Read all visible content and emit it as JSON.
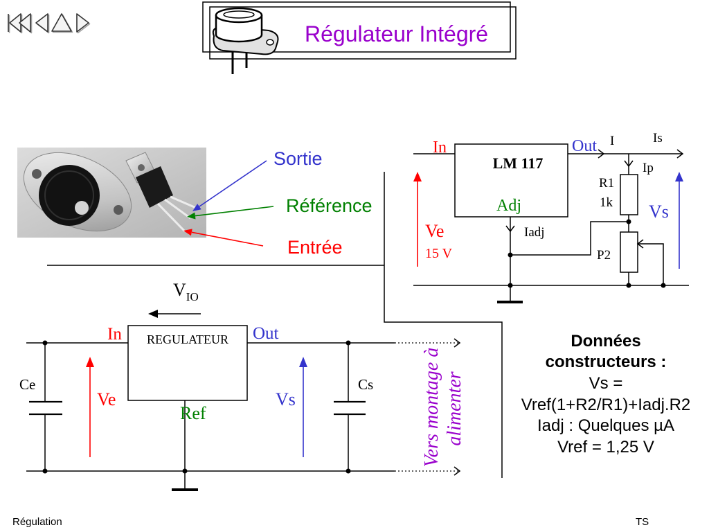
{
  "nav": {
    "first_icon": "first-slide-icon",
    "previous_icon": "previous-slide-icon",
    "home_icon": "home-slide-icon",
    "next_icon": "next-slide-icon"
  },
  "title": {
    "text": "Régulateur Intégré",
    "icon": "to3-package-icon"
  },
  "photo_labels": {
    "output": "Sortie",
    "reference": "Référence",
    "input": "Entrée"
  },
  "lm117_circuit": {
    "in_label": "In",
    "out_label": "Out",
    "chip_name": "LM 117",
    "adj_label": "Adj",
    "current_i": "I",
    "current_is": "Is",
    "current_ip": "Ip",
    "r1_name": "R1",
    "r1_value": "1k",
    "current_iadj": "Iadj",
    "p2_name": "P2",
    "ve_label": "Ve",
    "ve_value": "15 V",
    "vs_label": "Vs"
  },
  "regulator_circuit": {
    "vio_symbol": "V",
    "vio_subscript": "IO",
    "box_label": "REGULATEUR",
    "in_label": "In",
    "out_label": "Out",
    "ref_label": "Ref",
    "ce_label": "Ce",
    "cs_label": "Cs",
    "ve_label": "Ve",
    "vs_label": "Vs"
  },
  "load_note": {
    "lines": [
      "Vers montage à",
      "alimenter"
    ]
  },
  "datasheet": {
    "heading": [
      "Données",
      "constructeurs :"
    ],
    "lines": [
      "Vs =",
      "Vref(1+R2/R1)+Iadj.R2",
      "Iadj : Quelques µA",
      "Vref = 1,25 V"
    ]
  },
  "footer": {
    "left": "Régulation",
    "right": "TS"
  },
  "colors": {
    "title": "#9900cc",
    "purple": "#9900cc",
    "red": "#ff0000",
    "blue": "#3333cc",
    "green": "#008000"
  }
}
